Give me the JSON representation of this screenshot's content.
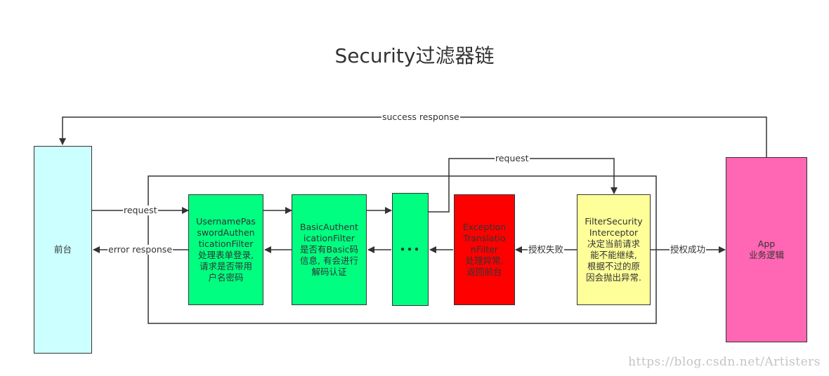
{
  "title": "Security过滤器链",
  "frontend": {
    "label": "前台",
    "color": "#ccffff"
  },
  "app": {
    "label": "App\n业务逻辑",
    "color": "#ff66b3"
  },
  "filters": [
    {
      "label": "UsernamePas\nswordAuthen\nticationFilter\n处理表单登录,\n请求是否带用\n户名密码",
      "color": "#00ff80"
    },
    {
      "label": "BasicAuthent\nicationFilter\n是否有Basic码\n信息, 有会进行\n解码认证",
      "color": "#00ff80"
    },
    {
      "label": "•••",
      "color": "#00ff80"
    },
    {
      "label": "Exception\nTranslatio\nnFilter\n处理异常,\n返回前台",
      "color": "#ff0000"
    },
    {
      "label": "FilterSecurity\nInterceptor\n决定当前请求\n能不能继续,\n根据不过的原\n因会抛出异常.",
      "color": "#ffff99"
    }
  ],
  "edges": {
    "success_response": "success response",
    "request_top": "request",
    "request_left": "request",
    "error_response": "error response",
    "auth_fail": "授权失败",
    "auth_success": "授权成功"
  },
  "watermark": "https://blog.csdn.net/Artisters"
}
